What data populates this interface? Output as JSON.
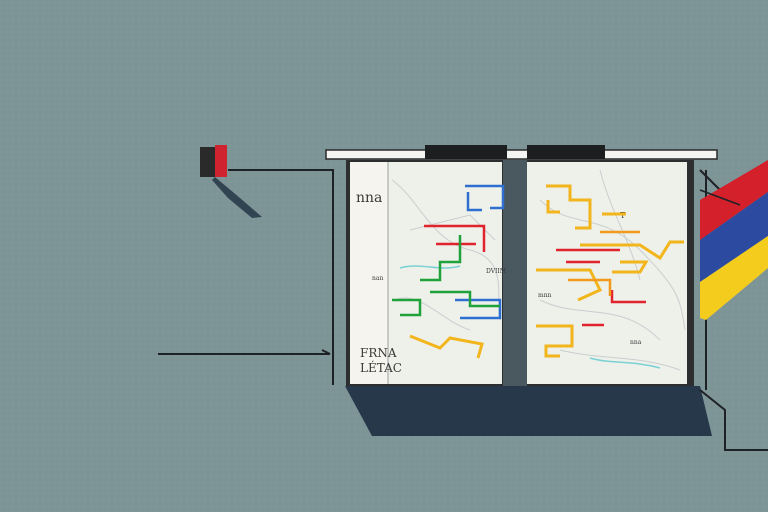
{
  "colors": {
    "background": "#7e9597",
    "board_paper": "#eef0ea",
    "frame": "#2c2e30",
    "shadow": "#26384a",
    "route_blue": "#2f6fd0",
    "route_red": "#e0232c",
    "route_green": "#1fa23a",
    "route_yellow": "#f2b51c",
    "route_orange": "#f29a1c",
    "flag_red": "#d3202a",
    "flag_blue": "#2c4aa0",
    "flag_yellow": "#f4cc1e"
  },
  "board": {
    "left_panel_text_top": "nna",
    "left_panel_text_bottom_1": "FRNA",
    "left_panel_text_bottom_2": "LÉTAC",
    "small_label_left": "nan",
    "small_label_mid": "DVIIM",
    "small_label_right_1": "T",
    "small_label_right_2": "mnn",
    "small_label_right_3": "nna"
  },
  "icons": [
    "camera-icon",
    "flag-icon"
  ]
}
